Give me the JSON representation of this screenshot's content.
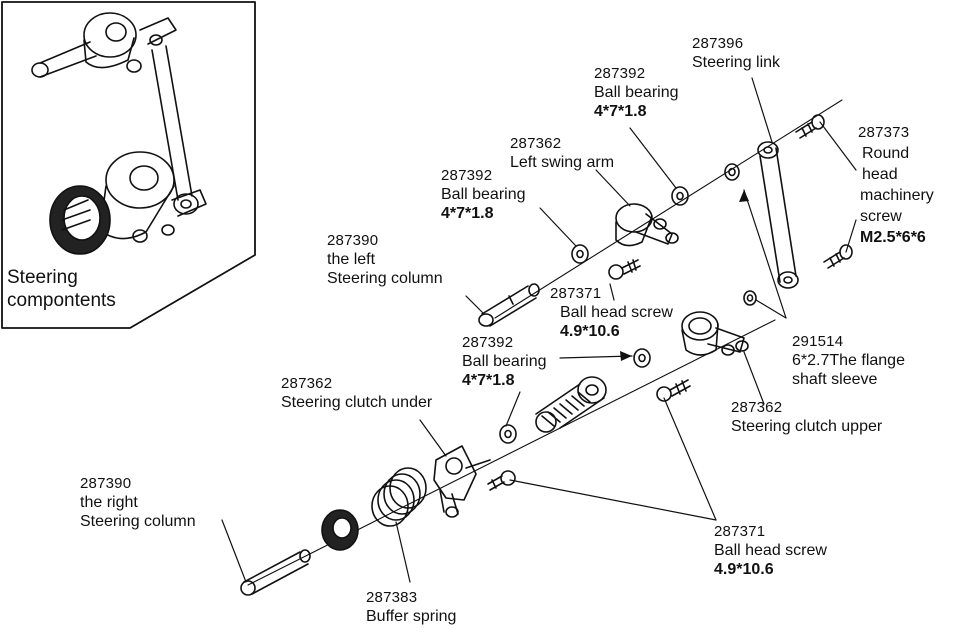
{
  "inset": {
    "caption_line1": "Steering",
    "caption_line2": "compontents"
  },
  "parts": {
    "steering_link": {
      "number": "287396",
      "name": "Steering link"
    },
    "ball_bearing_top": {
      "number": "287392",
      "name": "Ball bearing",
      "spec": "4*7*1.8"
    },
    "left_swing_arm": {
      "number": "287362",
      "name": "Left swing arm"
    },
    "ball_bearing_left": {
      "number": "287392",
      "name": "Ball bearing",
      "spec": "4*7*1.8"
    },
    "left_column": {
      "number": "287390",
      "name_line1": "the left",
      "name_line2": "Steering column"
    },
    "ball_head_screw_top": {
      "number": "287371",
      "name": "Ball head screw",
      "spec": "4.9*10.6"
    },
    "round_head_screw": {
      "number": "287373",
      "name_line1": "Round",
      "name_line2": "head",
      "name_line3": "machinery",
      "name_line4": "screw",
      "spec": "M2.5*6*6"
    },
    "flange_sleeve": {
      "number": "291514",
      "name_line1": "6*2.7The flange",
      "name_line2": "shaft sleeve"
    },
    "ball_bearing_mid": {
      "number": "287392",
      "name": "Ball bearing",
      "spec": "4*7*1.8"
    },
    "clutch_under": {
      "number": "287362",
      "name": "Steering clutch under"
    },
    "clutch_upper": {
      "number": "287362",
      "name": "Steering clutch upper"
    },
    "right_column": {
      "number": "287390",
      "name_line1": "the right",
      "name_line2": "Steering column"
    },
    "ball_head_screw_bottom": {
      "number": "287371",
      "name": "Ball head screw",
      "spec": "4.9*10.6"
    },
    "buffer_spring": {
      "number": "287383",
      "name": "Buffer spring"
    }
  }
}
